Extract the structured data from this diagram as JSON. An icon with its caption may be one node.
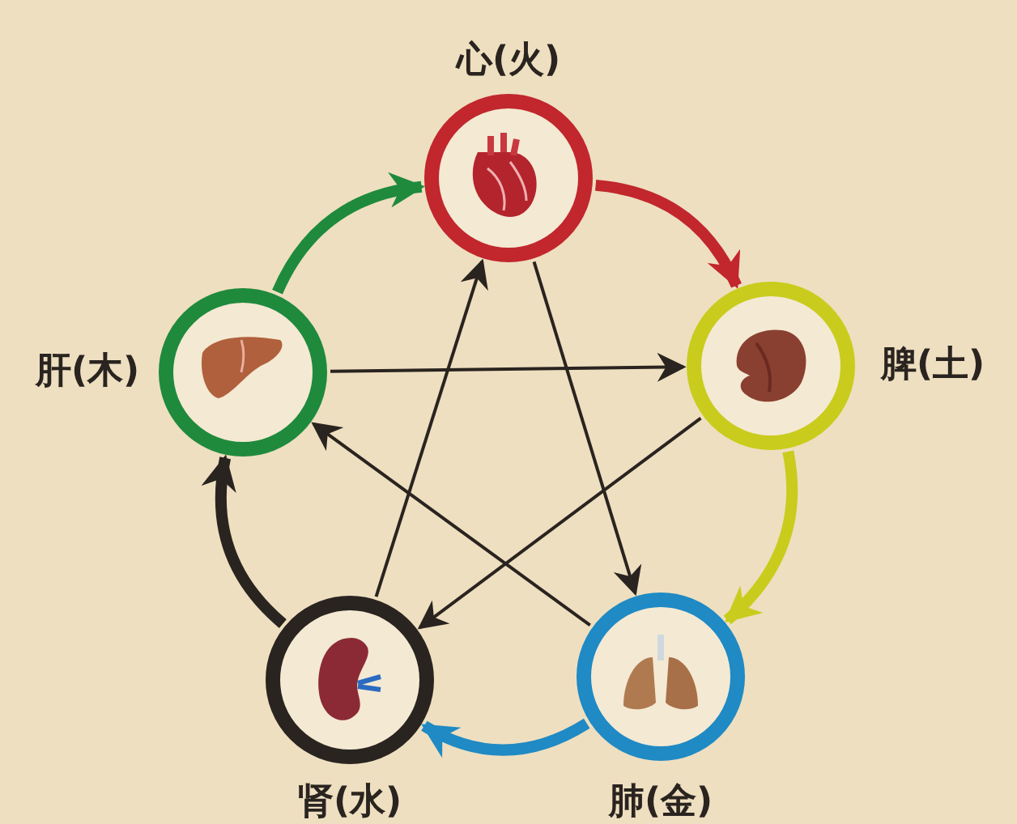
{
  "diagram": {
    "nodes": [
      {
        "text": [
          "心(火)"
        ]
      },
      {
        "text": [
          "脾(土)"
        ]
      },
      {
        "text": [
          "肺(金)"
        ]
      },
      {
        "text": [
          "肾(水)"
        ]
      },
      {
        "text": [
          "肝(木)"
        ]
      }
    ],
    "edges": [
      {
        "from": 4,
        "to": 0,
        "arrow": "to",
        "style": "thick",
        "color": "#1f8a3c"
      },
      {
        "from": 0,
        "to": 1,
        "arrow": "to",
        "style": "thick",
        "color": "#c1272d"
      },
      {
        "from": 1,
        "to": 2,
        "arrow": "to",
        "style": "thick",
        "color": "#c9cc1c"
      },
      {
        "from": 2,
        "to": 3,
        "arrow": "to",
        "style": "thick",
        "color": "#1f8ac4"
      },
      {
        "from": 3,
        "to": 4,
        "arrow": "to",
        "style": "thick"
      },
      {
        "from": 4,
        "to": 1,
        "arrow": "to"
      },
      {
        "from": 1,
        "to": 3,
        "arrow": "to"
      },
      {
        "from": 3,
        "to": 0,
        "arrow": "to"
      },
      {
        "from": 0,
        "to": 2,
        "arrow": "to"
      },
      {
        "from": 2,
        "to": 4,
        "arrow": "to"
      }
    ]
  }
}
